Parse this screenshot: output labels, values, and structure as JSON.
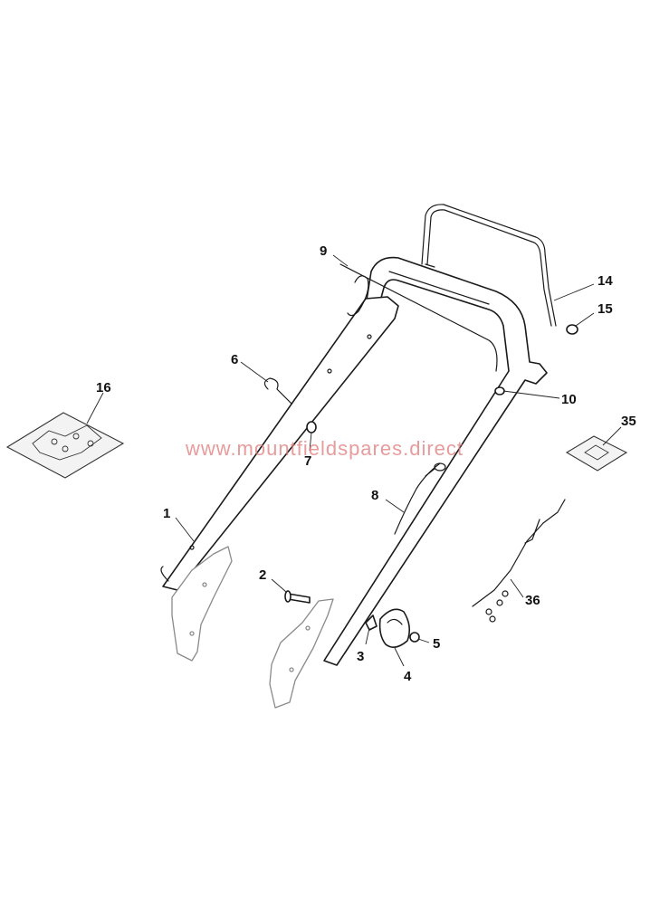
{
  "watermark": "www.mountfieldspares.direct",
  "callouts": {
    "p1": "1",
    "p2": "2",
    "p3": "3",
    "p4": "4",
    "p5": "5",
    "p6": "6",
    "p7": "7",
    "p8": "8",
    "p9": "9",
    "p10": "10",
    "p14": "14",
    "p15": "15",
    "p16": "16",
    "p35": "35",
    "p36": "36"
  },
  "colors": {
    "line": "#1a1a1a",
    "watermark": "#e07a7a"
  }
}
